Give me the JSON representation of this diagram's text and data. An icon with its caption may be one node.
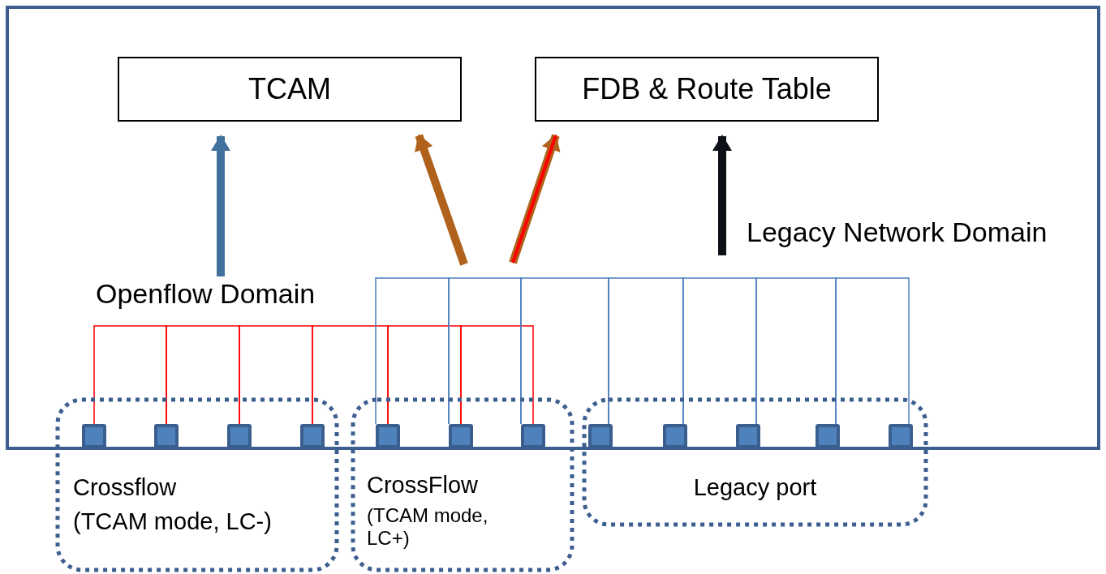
{
  "diagram": {
    "nodes": [
      {
        "text": [
          "TCAM"
        ]
      },
      {
        "text": [
          "FDB & Route Table"
        ]
      },
      {
        "text": [
          "Crossflow",
          "(TCAM mode, LC-)"
        ]
      },
      {
        "text": [
          "CrossFlow",
          "(TCAM mode, LC+)"
        ]
      },
      {
        "text": [
          "Legacy port"
        ]
      },
      {
        "text": [],
        "shape": "box",
        "in": 2
      },
      {
        "text": [],
        "shape": "box",
        "in": 2
      },
      {
        "text": [],
        "shape": "box",
        "in": 2
      },
      {
        "text": [],
        "shape": "box",
        "in": 2
      },
      {
        "text": [],
        "shape": "box",
        "in": 3
      },
      {
        "text": [],
        "shape": "box",
        "in": 3
      },
      {
        "text": [],
        "shape": "box",
        "in": 3
      },
      {
        "text": [],
        "shape": "box",
        "in": 4
      },
      {
        "text": [],
        "shape": "box",
        "in": 4
      },
      {
        "text": [],
        "shape": "box",
        "in": 4
      },
      {
        "text": [],
        "shape": "box",
        "in": 4
      },
      {
        "text": [],
        "shape": "box",
        "in": 4
      },
      {
        "text": [
          "Openflow Domain"
        ]
      }
    ],
    "edges": [
      {
        "from": 17,
        "to": 0,
        "arrow": "to",
        "style": "thick",
        "color": "#41719c"
      },
      {
        "from": null,
        "to": 0,
        "arrow": "to",
        "style": "thick",
        "color": "#b0621c"
      },
      {
        "from": null,
        "to": 1,
        "arrow": "to",
        "style": "thick",
        "color": "#b0621c"
      },
      {
        "from": null,
        "to": 1,
        "arrow": "to",
        "style": "thick",
        "color": "#0d1117"
      },
      {
        "from": 5,
        "to": 6,
        "arrow": "none",
        "color": "#ff0000"
      },
      {
        "from": 6,
        "to": 7,
        "arrow": "none",
        "color": "#ff0000"
      },
      {
        "from": 7,
        "to": 8,
        "arrow": "none",
        "color": "#ff0000"
      },
      {
        "from": 8,
        "to": 9,
        "arrow": "none",
        "color": "#ff0000"
      },
      {
        "from": 9,
        "to": 10,
        "arrow": "none",
        "color": "#ff0000"
      },
      {
        "from": 10,
        "to": 11,
        "arrow": "none",
        "color": "#ff0000"
      },
      {
        "from": 9,
        "to": 10,
        "arrow": "none"
      },
      {
        "from": 10,
        "to": 11,
        "arrow": "none"
      },
      {
        "from": 11,
        "to": 12,
        "arrow": "none"
      },
      {
        "from": 12,
        "to": 13,
        "arrow": "none"
      },
      {
        "from": 13,
        "to": 14,
        "arrow": "none"
      },
      {
        "from": 14,
        "to": 15,
        "arrow": "none"
      },
      {
        "from": 15,
        "to": 16,
        "arrow": "none"
      }
    ],
    "labels": [
      "Legacy Network Domain"
    ]
  }
}
